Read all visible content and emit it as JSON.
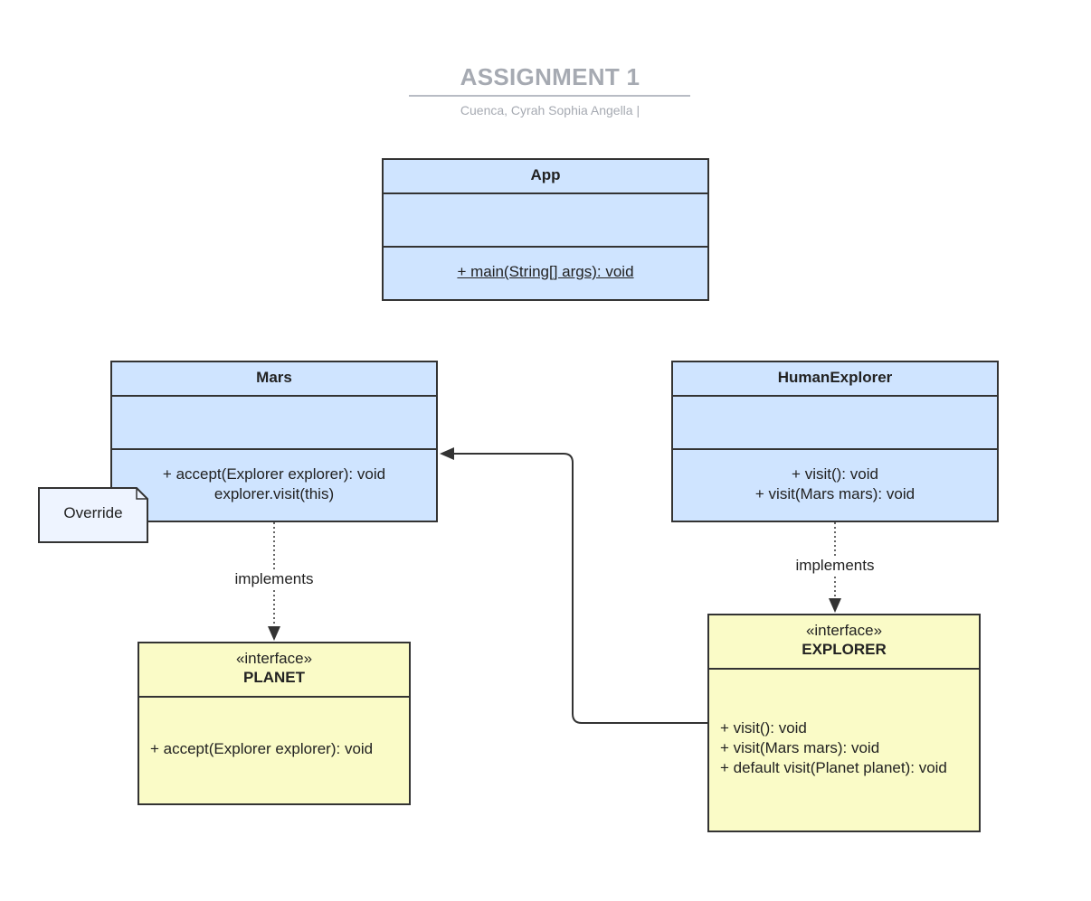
{
  "header": {
    "title": "ASSIGNMENT 1",
    "subtitle": "Cuenca, Cyrah Sophia Angella  |"
  },
  "colors": {
    "class_fill": "#cfe4ff",
    "interface_fill": "#fafbc7",
    "note_fill": "#eef4ff",
    "stroke": "#333333",
    "title_color": "#a6aab2"
  },
  "classes": {
    "app": {
      "name": "App",
      "methods": [
        "+ main(String[] args): void"
      ]
    },
    "mars": {
      "name": "Mars",
      "methods": [
        "+ accept(Explorer explorer): void",
        "explorer.visit(this)"
      ]
    },
    "human_explorer": {
      "name": "HumanExplorer",
      "methods": [
        "+ visit(): void",
        "+ visit(Mars mars): void"
      ]
    },
    "planet": {
      "stereotype": "«interface»",
      "name": "PLANET",
      "methods": [
        "+ accept(Explorer explorer): void"
      ]
    },
    "explorer": {
      "stereotype": "«interface»",
      "name": "EXPLORER",
      "methods": [
        "+ visit(): void",
        "+ visit(Mars mars): void",
        "+ default visit(Planet planet): void"
      ]
    }
  },
  "note": {
    "text": "Override"
  },
  "edges": {
    "mars_planet_label": "implements",
    "human_explorer_label": "implements"
  }
}
